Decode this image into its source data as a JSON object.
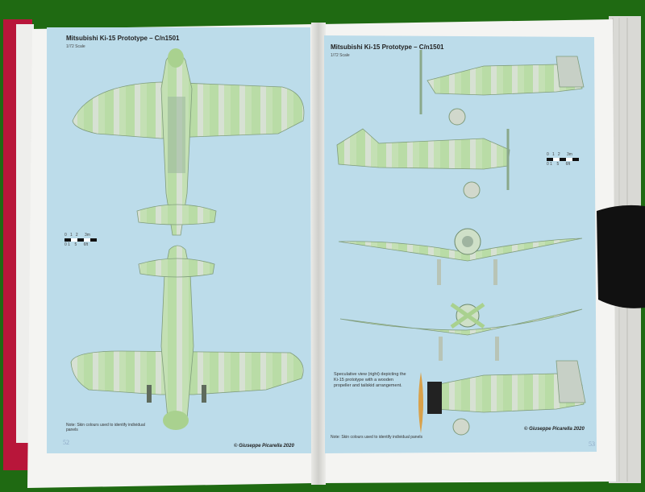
{
  "colors": {
    "background": "#1f6a12",
    "page": "#f4f4f2",
    "panel": "#bcdcea",
    "camo_light": "#cfe6c4",
    "camo_mid": "#a9d18f",
    "camo_grey": "#c7d0c6"
  },
  "left_page": {
    "title": "Mitsubishi Ki-15 Prototype – C/n1501",
    "scale": "1/72 Scale",
    "note": "Note: Skin colours used to identify individual panels",
    "copyright": "© Giuseppe Picarella 2020",
    "page_number": "52",
    "scale_bar": {
      "top": [
        "0",
        "1",
        "2",
        "3m"
      ],
      "bottom": [
        "0",
        "1",
        "5",
        "6ft"
      ]
    }
  },
  "right_page": {
    "title": "Mitsubishi Ki-15 Prototype – C/n1501",
    "scale": "1/72 Scale",
    "note": "Note: Skin colours used to identify individual panels",
    "copyright": "© Giuseppe Picarella 2020",
    "page_number": "53",
    "caption": "Speculative view (right) depicting the Ki-15 prototype with a wooden propeller and tailskid arrangement.",
    "scale_bar": {
      "top": [
        "0",
        "1",
        "2",
        "3m"
      ],
      "bottom": [
        "0",
        "1",
        "5",
        "6ft"
      ]
    }
  }
}
